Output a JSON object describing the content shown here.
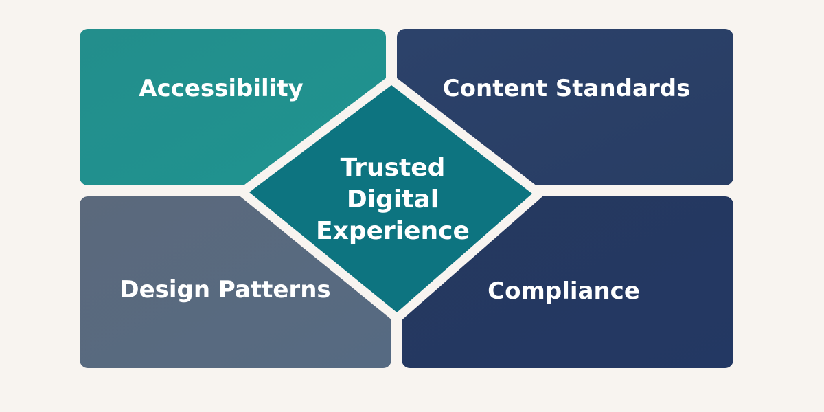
{
  "diagram": {
    "center": {
      "lines": [
        "Trusted",
        "Digital",
        "Experience"
      ],
      "color": "#0d7480"
    },
    "quadrants": [
      {
        "label": "Accessibility",
        "color": "#23908e"
      },
      {
        "label": "Content Standards",
        "color": "#2b4168"
      },
      {
        "label": "Design Patterns",
        "color": "#586a80"
      },
      {
        "label": "Compliance",
        "color": "#243962"
      }
    ],
    "background": "#f8f4f0"
  }
}
